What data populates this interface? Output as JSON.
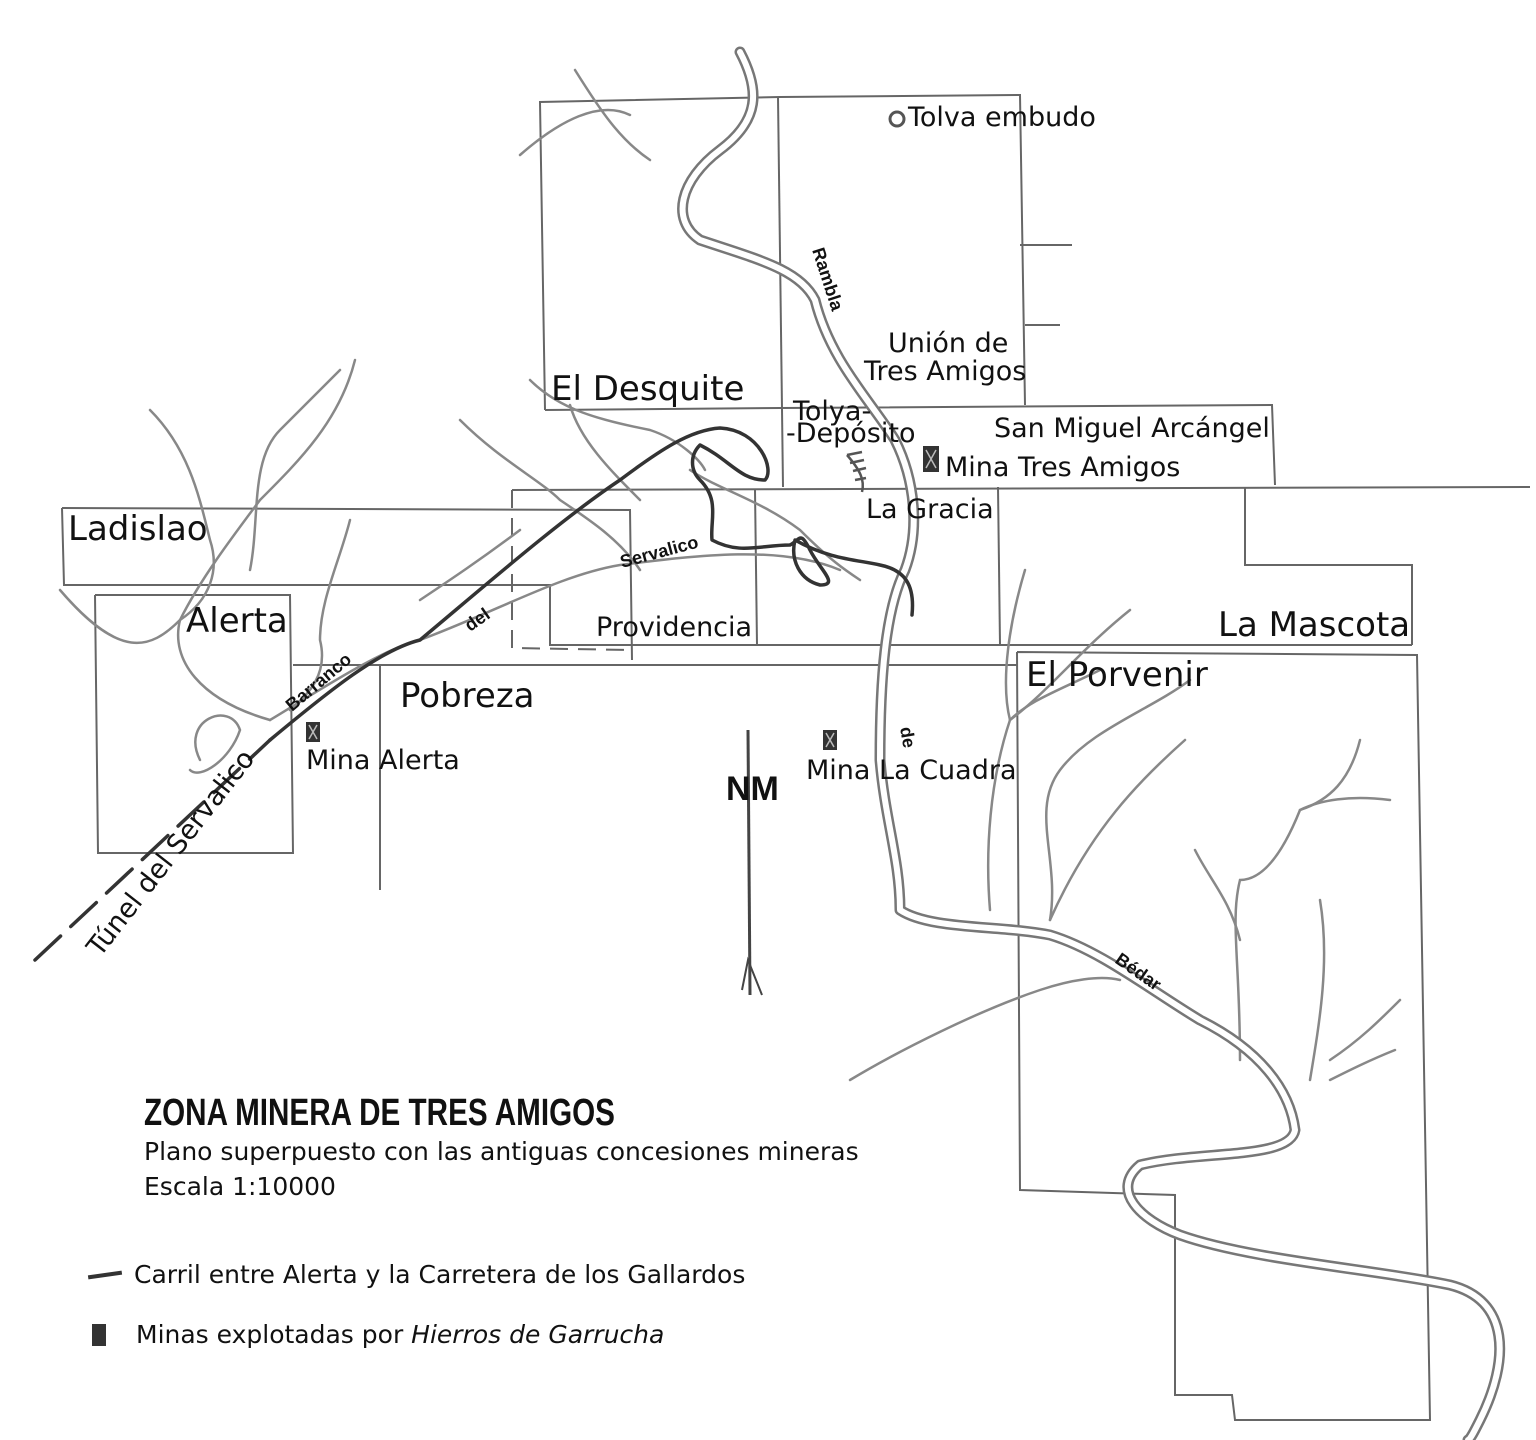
{
  "title": "ZONA MINERA DE TRES AMIGOS",
  "subtitle": "Plano superpuesto con las antiguas concesiones mineras",
  "scale": "Escala 1:10000",
  "north_label": "NM",
  "concessions": {
    "el_desquite": "El Desquite",
    "union_1": "Unión de",
    "union_2": "Tres Amigos",
    "san_miguel": "San Miguel Arcángel",
    "la_gracia": "La Gracia",
    "ladislao": "Ladislao",
    "alerta": "Alerta",
    "providencia": "Providencia",
    "la_mascota": "La Mascota",
    "el_porvenir": "El Porvenir",
    "pobreza": "Pobreza"
  },
  "features": {
    "tolva_embudo": "Tolva embudo",
    "tolva_deposito_1": "Tolya-",
    "tolva_deposito_2": "-Depósito",
    "mina_tres_amigos": "Mina Tres Amigos",
    "mina_alerta": "Mina Alerta",
    "mina_la_cuadra": "Mina La Cuadra",
    "tunel": "Túnel del Servalico"
  },
  "waterways": {
    "rambla": "Rambla",
    "de": "de",
    "bedar": "Bédar",
    "barranco": "Barranco",
    "del": "del",
    "servalico": "Servalico"
  },
  "legend": {
    "track": "Carril entre Alerta y la Carretera de los Gallardos",
    "mines_prefix": "Minas explotadas por ",
    "mines_company": "Hierros de Garrucha"
  }
}
